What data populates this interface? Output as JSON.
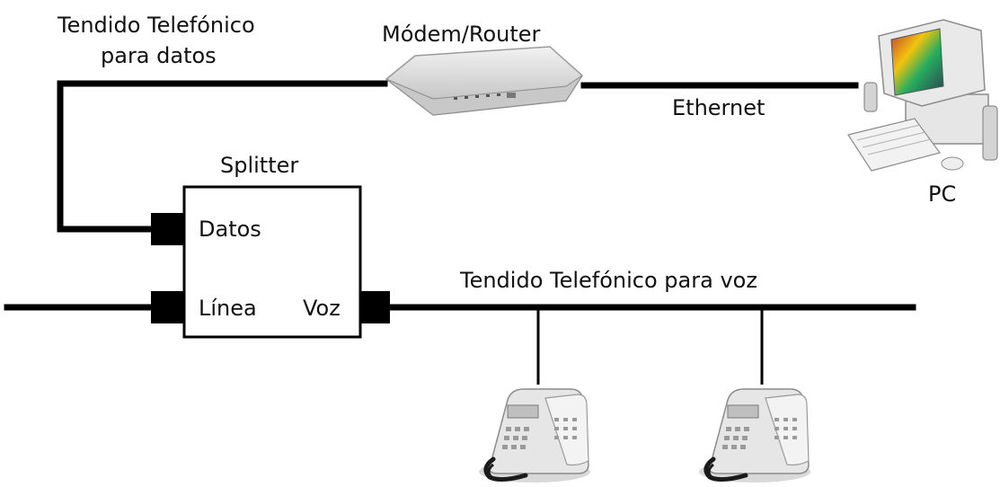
{
  "labels": {
    "datos_line_1": "Tendido Telefónico",
    "datos_line_2": "para datos",
    "modem": "Módem/Router",
    "ethernet": "Ethernet",
    "pc": "PC",
    "splitter": "Splitter",
    "port_datos": "Datos",
    "port_linea": "Línea",
    "port_voz": "Voz",
    "voice_line": "Tendido Telefónico para voz"
  },
  "colors": {
    "wire": "#000000",
    "box_stroke": "#000000",
    "device_light": "#e6e6e6",
    "device_mid": "#c8c8c8",
    "device_dark": "#8c8c8c"
  },
  "icons": [
    "modem-router-icon",
    "desktop-pc-icon",
    "telephone-icon"
  ]
}
